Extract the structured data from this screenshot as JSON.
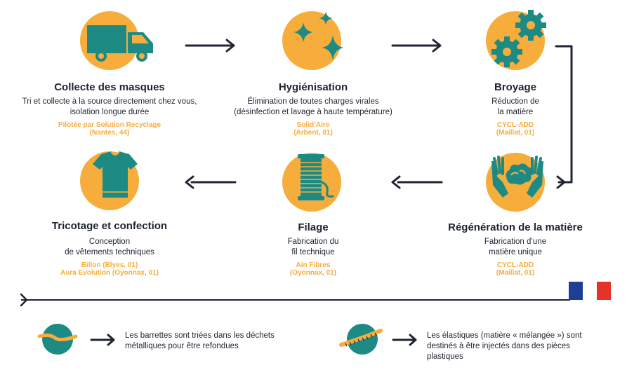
{
  "colors": {
    "accent": "#f6ad3c",
    "teal": "#1d8a84",
    "navy": "#1f2433",
    "flag_blue": "#1f3f95",
    "flag_red": "#e63329"
  },
  "steps": [
    {
      "title": "Collecte des masques",
      "desc": [
        "Tri et collecte à la source directement chez vous,",
        "isolation longue durée"
      ],
      "src": [
        "Pilotée par Solution Recyclage",
        "(Nantes, 44)"
      ],
      "icon": "truck-icon"
    },
    {
      "title": "Hygiénisation",
      "desc": [
        "Élimination de toutes charges virales",
        "(désinfection et lavage à haute température)"
      ],
      "src": [
        "Solid’Aire",
        "(Arbent, 01)"
      ],
      "icon": "sparkles-icon"
    },
    {
      "title": "Broyage",
      "desc": [
        "Réduction de",
        "la matière"
      ],
      "src": [
        "CYCL-ADD",
        "(Maillat, 01)"
      ],
      "icon": "gears-icon"
    },
    {
      "title": "Régénération de la matière",
      "desc": [
        "Fabrication d’une",
        "matière unique"
      ],
      "src": [
        "CYCL-ADD",
        "(Maillat, 01)"
      ],
      "icon": "hands-icon"
    },
    {
      "title": "Filage",
      "desc": [
        "Fabrication du",
        "fil technique"
      ],
      "src": [
        "Ain Fibres",
        "(Oyonnax, 01)"
      ],
      "icon": "thread-spool-icon"
    },
    {
      "title": "Tricotage et confection",
      "desc": [
        "Conception",
        "de vêtements techniques"
      ],
      "src": [
        "Billon (Blyes, 01)",
        "Aura Evolution (Oyonnax, 01)"
      ],
      "icon": "tshirt-icon"
    }
  ],
  "legend": [
    {
      "text": [
        "Les barrettes sont triées dans les déchets",
        "métalliques pour être refondues"
      ],
      "icon": "nose-clip-icon"
    },
    {
      "text": [
        "Les élastiques (matière « mélangée ») sont",
        "destinés à être injectés dans des pièces",
        "plastiques"
      ],
      "icon": "elastic-band-icon"
    }
  ]
}
